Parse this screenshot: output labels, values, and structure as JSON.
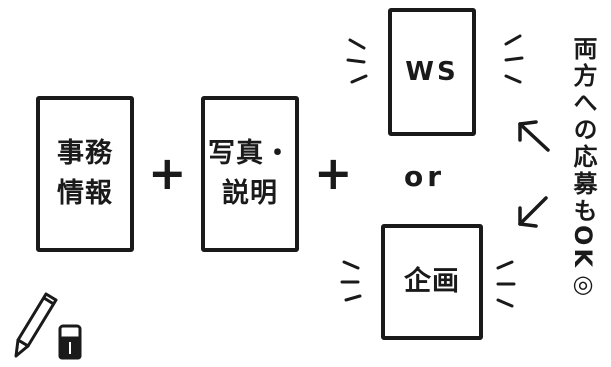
{
  "cards": {
    "office_info": "事務\n情報",
    "photo_description": "写真・\n説明",
    "ws": "WS",
    "plan": "企画"
  },
  "connectors": {
    "plus": "+",
    "or": "or"
  },
  "side_note": "両方への応募もOK◎",
  "icons": {
    "pencil": "pencil-icon",
    "eraser": "eraser-icon",
    "arrow_up_left": "arrow-up-left-icon",
    "arrow_down_left": "arrow-down-left-icon"
  },
  "colors": {
    "ink": "#1a1a1a",
    "paper": "#ffffff"
  }
}
